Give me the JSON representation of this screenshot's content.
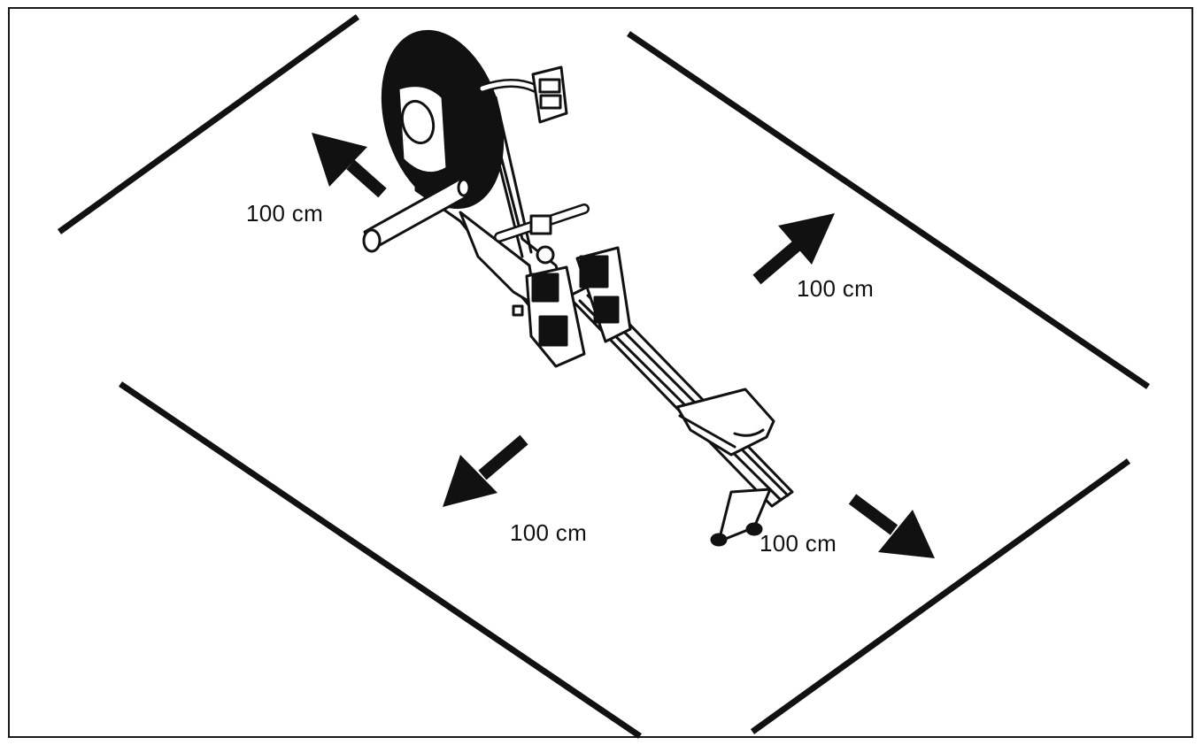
{
  "clearance_labels": {
    "top_left": "100 cm",
    "top_right": "100 cm",
    "bottom_left": "100 cm",
    "bottom_right": "100 cm"
  },
  "colors": {
    "ink": "#111111",
    "background": "#ffffff"
  }
}
